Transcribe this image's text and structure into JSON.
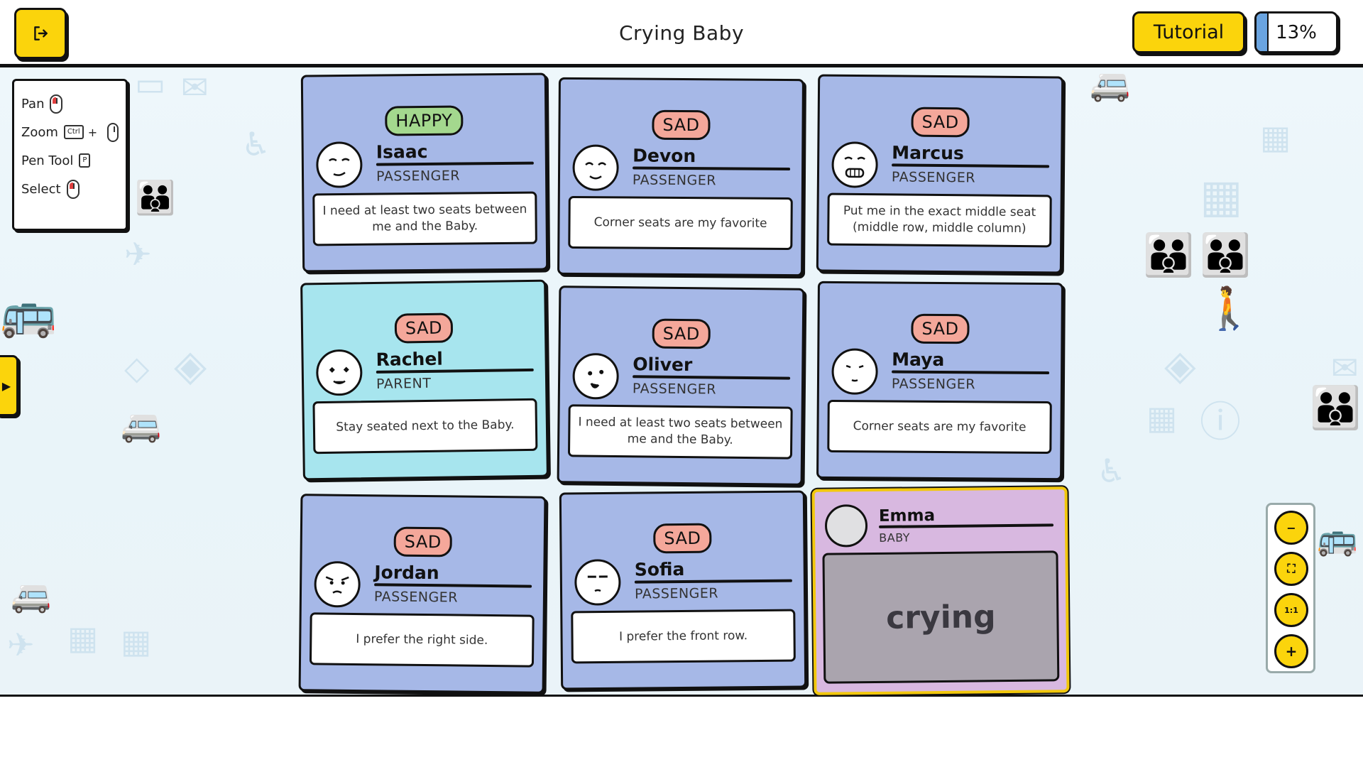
{
  "header": {
    "title": "Crying Baby",
    "tutorial_label": "Tutorial",
    "progress_label": "13%",
    "progress_value": 0.13,
    "exit_icon": "exit-icon"
  },
  "controls": {
    "pan": "Pan",
    "zoom": "Zoom",
    "zoom_key": "Ctrl",
    "zoom_plus": "+",
    "pen": "Pen Tool",
    "pen_key": "P",
    "select": "Select"
  },
  "side_tab": {
    "icon": "play-right-icon"
  },
  "cards": [
    {
      "mood": "HAPPY",
      "name": "Isaac",
      "role": "PASSENGER",
      "requirement": "I need at least two seats between me and the Baby."
    },
    {
      "mood": "SAD",
      "name": "Devon",
      "role": "PASSENGER",
      "requirement": "Corner seats are my favorite"
    },
    {
      "mood": "SAD",
      "name": "Marcus",
      "role": "PASSENGER",
      "requirement": "Put me in the exact middle seat (middle row, middle column)"
    },
    {
      "mood": "SAD",
      "name": "Rachel",
      "role": "PARENT",
      "requirement": "Stay seated next to the Baby."
    },
    {
      "mood": "SAD",
      "name": "Oliver",
      "role": "PASSENGER",
      "requirement": "I need at least two seats between me and the Baby."
    },
    {
      "mood": "SAD",
      "name": "Maya",
      "role": "PASSENGER",
      "requirement": "Corner seats are my favorite"
    },
    {
      "mood": "SAD",
      "name": "Jordan",
      "role": "PASSENGER",
      "requirement": "I prefer the right side."
    },
    {
      "mood": "SAD",
      "name": "Sofia",
      "role": "PASSENGER",
      "requirement": "I prefer the front row."
    }
  ],
  "baby": {
    "name": "Emma",
    "role": "BABY",
    "state": "crying"
  },
  "zoom": {
    "out": "−",
    "fit": "⛶",
    "reset": "1:1",
    "in": "+"
  },
  "colors": {
    "accent": "#fbd40c",
    "passenger_card": "#a6b8e7",
    "parent_card": "#a7e5ee",
    "baby_card": "#d8b8e0",
    "sad": "#f4a79a",
    "happy": "#a4d88e"
  }
}
